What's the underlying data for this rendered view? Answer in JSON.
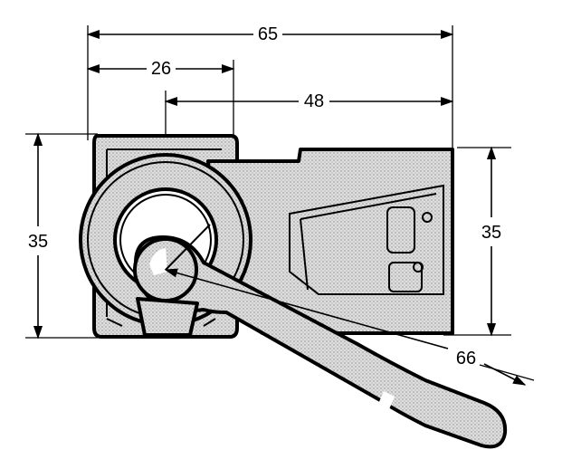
{
  "dimensions": {
    "overall_width": "65",
    "pivot_to_left": "26",
    "pivot_to_right": "48",
    "height_left": "35",
    "height_right": "35",
    "handle_length": "66"
  },
  "colors": {
    "body_fill": "#d9d9d9",
    "line": "#000000",
    "background": "#ffffff"
  }
}
